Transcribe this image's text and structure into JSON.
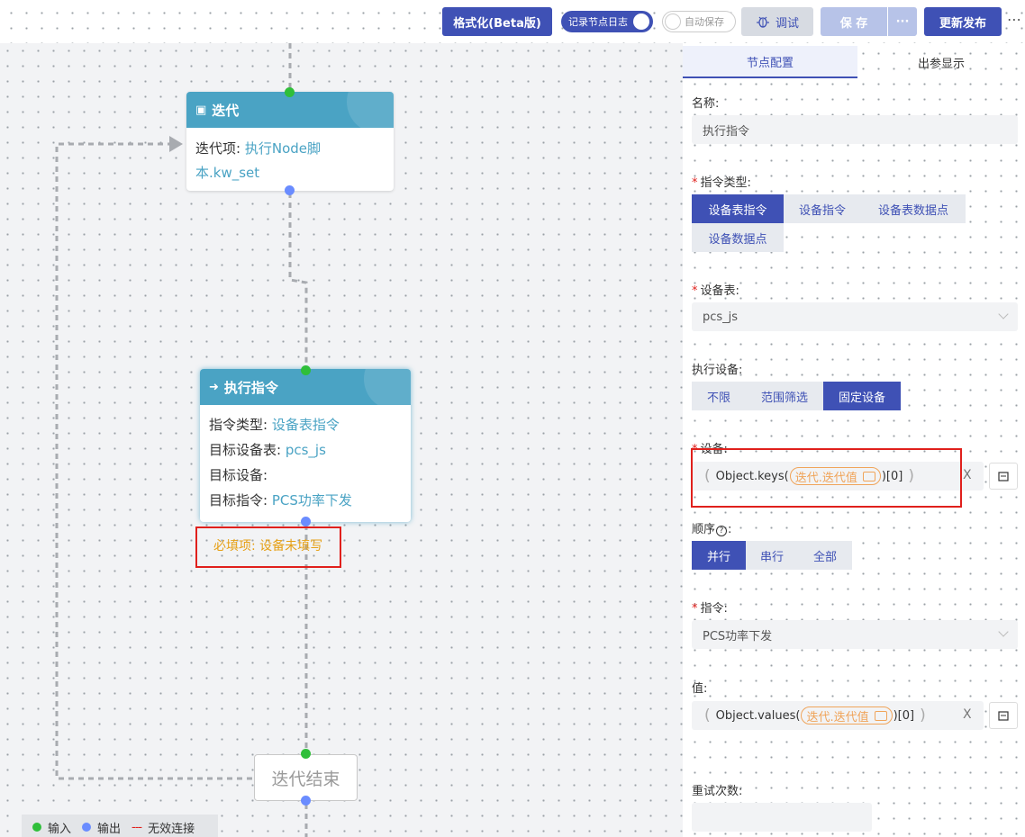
{
  "toolbar": {
    "format_label": "格式化(Beta版)",
    "log_toggle_label": "记录节点日志",
    "autosave_label": "自动保存",
    "debug_label": "调试",
    "save_label": "保 存",
    "save_more_label": "···",
    "publish_label": "更新发布",
    "more_label": "⋯"
  },
  "canvas": {
    "iter_node": {
      "title": "迭代",
      "item_label": "迭代项:",
      "item_value": "执行Node脚本.kw_set"
    },
    "exec_node": {
      "title": "执行指令",
      "rows": [
        {
          "label": "指令类型:",
          "value": "设备表指令"
        },
        {
          "label": "目标设备表:",
          "value": "pcs_js"
        },
        {
          "label": "目标设备:",
          "value": ""
        },
        {
          "label": "目标指令:",
          "value": "PCS功率下发"
        }
      ]
    },
    "error_text": "必填项: 设备未填写",
    "end_node_label": "迭代结束",
    "legend": {
      "input": "输入",
      "output": "输出",
      "invalid_dash": "---",
      "invalid": "无效连接"
    }
  },
  "panel": {
    "tabs": [
      {
        "label": "节点配置",
        "active": true
      },
      {
        "label": "出参显示",
        "active": false
      }
    ],
    "name_label": "名称:",
    "name_value": "执行指令",
    "cmd_type_label": "指令类型:",
    "cmd_type_options": [
      {
        "label": "设备表指令",
        "active": true
      },
      {
        "label": "设备指令",
        "active": false
      },
      {
        "label": "设备表数据点",
        "active": false
      },
      {
        "label": "设备数据点",
        "active": false
      }
    ],
    "device_table_label": "设备表:",
    "device_table_value": "pcs_js",
    "exec_device_label": "执行设备:",
    "exec_device_options": [
      {
        "label": "不限",
        "active": false
      },
      {
        "label": "范围筛选",
        "active": false
      },
      {
        "label": "固定设备",
        "active": true
      }
    ],
    "device_label": "设备:",
    "device_expr": {
      "prefix": "Object.keys(",
      "chip": "迭代.迭代值",
      "suffix": ")[0]"
    },
    "order_label": "顺序",
    "order_options": [
      {
        "label": "并行",
        "active": true
      },
      {
        "label": "串行",
        "active": false
      },
      {
        "label": "全部",
        "active": false
      }
    ],
    "command_label": "指令:",
    "command_value": "PCS功率下发",
    "value_label": "值:",
    "value_expr": {
      "prefix": "Object.values(",
      "chip": "迭代.迭代值",
      "suffix": ")[0]"
    },
    "retry_label": "重试次数:",
    "clear_label": "X"
  },
  "colors": {
    "primary": "#3f51b5",
    "node_header": "#4aa3c4",
    "error": "#e0201c",
    "warning": "#e6a016",
    "input_port": "#2fbf3a",
    "output_port": "#6a8cff"
  }
}
